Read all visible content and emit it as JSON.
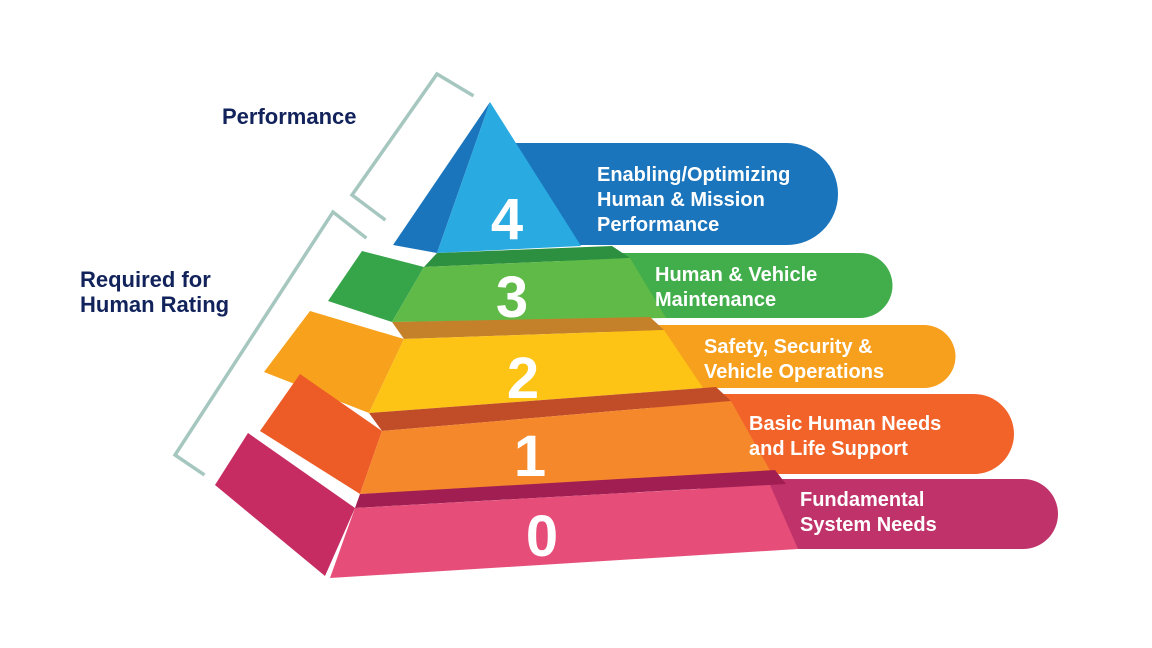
{
  "annotations": {
    "performance_label": "Performance",
    "required_label_line1": "Required for",
    "required_label_line2": "Human Rating",
    "label_color": "#12235b",
    "bracket_color": "#a6c7bf"
  },
  "text_color": "#ffffff",
  "levels": [
    {
      "number": "4",
      "label_lines": [
        "Enabling/Optimizing",
        "Human & Mission",
        "Performance"
      ],
      "colors": {
        "band": "#1b75bc",
        "front": "#29abe2",
        "left": "#1b75bc",
        "strip": "#1b75bc"
      }
    },
    {
      "number": "3",
      "label_lines": [
        "Human & Vehicle",
        "Maintenance"
      ],
      "colors": {
        "band": "#42ae4b",
        "front": "#60ba47",
        "left": "#36a449",
        "strip": "#2d9040"
      }
    },
    {
      "number": "2",
      "label_lines": [
        "Safety, Security &",
        "Vehicle Operations"
      ],
      "colors": {
        "band": "#f7a01e",
        "front": "#fdc415",
        "left": "#f7a11d",
        "strip": "#c5812a"
      }
    },
    {
      "number": "1",
      "label_lines": [
        "Basic Human Needs",
        "and Life Support"
      ],
      "colors": {
        "band": "#f2632a",
        "front": "#f6882c",
        "left": "#ed5c26",
        "strip": "#c04d28"
      }
    },
    {
      "number": "0",
      "label_lines": [
        "Fundamental",
        "System Needs"
      ],
      "colors": {
        "band": "#c0336a",
        "front": "#e64e79",
        "left": "#c62c62",
        "strip": "#a11e53"
      }
    }
  ]
}
